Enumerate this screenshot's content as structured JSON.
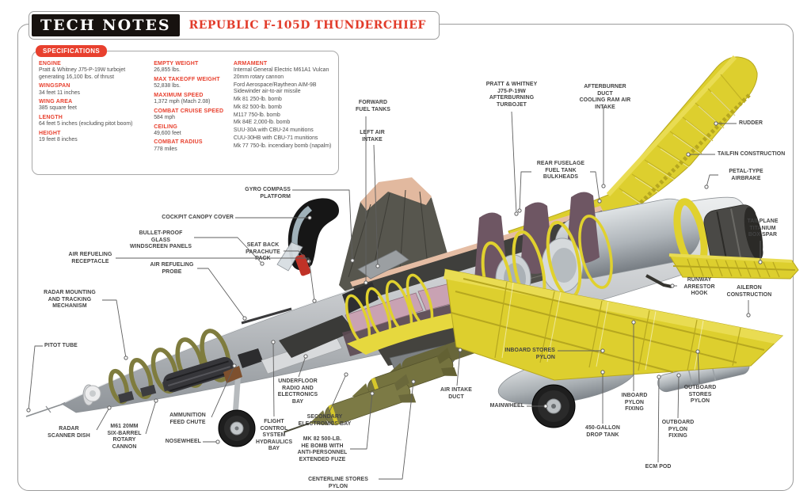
{
  "header": {
    "badge": "TECH NOTES",
    "title": "REPUBLIC F-105D THUNDERCHIEF"
  },
  "specs": {
    "tab": "SPECIFICATIONS",
    "columns": [
      {
        "items": [
          {
            "label": "ENGINE",
            "value": "Pratt & Whitney J75-P-19W turbojet generating 16,100 lbs. of thrust"
          },
          {
            "label": "WINGSPAN",
            "value": "34 feet 11 inches"
          },
          {
            "label": "WING AREA",
            "value": "385 square feet"
          },
          {
            "label": "LENGTH",
            "value": "64 feet 5 inches (excluding pitot boom)"
          },
          {
            "label": "HEIGHT",
            "value": "19 feet 8 inches"
          }
        ]
      },
      {
        "items": [
          {
            "label": "EMPTY WEIGHT",
            "value": "26,855 lbs."
          },
          {
            "label": "MAX TAKEOFF WEIGHT",
            "value": "52,838 lbs."
          },
          {
            "label": "MAXIMUM SPEED",
            "value": "1,372 mph (Mach 2.08)"
          },
          {
            "label": "COMBAT CRUISE SPEED",
            "value": "584 mph"
          },
          {
            "label": "CEILING",
            "value": "49,600 feet"
          },
          {
            "label": "COMBAT RADIUS",
            "value": "778 miles"
          }
        ]
      },
      {
        "items": [
          {
            "label": "ARMAMENT",
            "values": [
              "Internal General Electric M61A1 Vulcan 20mm rotary cannon",
              "Ford Aerospace/Raytheon AIM-9B Sidewinder air-to-air missile",
              "Mk 81 250-lb. bomb",
              "Mk 82 500-lb. bomb",
              "M117 750-lb. bomb",
              "Mk 84E 2,000-lb. bomb",
              "SUU-30A with CBU-24 munitions",
              "CUU-30HB with CBU-71 munitions",
              "Mk 77 750-lb. incendiary bomb (napalm)"
            ]
          }
        ]
      }
    ]
  },
  "colors": {
    "accent_red": "#e8402e",
    "structure_yellow": "#ddcf2e",
    "badge_black": "#17120f"
  },
  "callouts": [
    {
      "id": "forward-fuel-tanks",
      "lines": [
        "FORWARD",
        "FUEL TANKS"
      ]
    },
    {
      "id": "left-air-intake",
      "lines": [
        "LEFT AIR",
        "INTAKE"
      ]
    },
    {
      "id": "pratt-whitney-afterburning-turbojet",
      "lines": [
        "PRATT & WHITNEY",
        "J75-P-19W",
        "AFTERBURNING",
        "TURBOJET"
      ]
    },
    {
      "id": "afterburner-duct-cooling-ram-air-intake",
      "lines": [
        "AFTERBURNER DUCT",
        "COOLING RAM AIR",
        "INTAKE"
      ]
    },
    {
      "id": "rudder",
      "lines": [
        "RUDDER"
      ]
    },
    {
      "id": "tailfin-construction",
      "lines": [
        "TAILFIN CONSTRUCTION"
      ]
    },
    {
      "id": "petal-type-airbrake",
      "lines": [
        "PETAL-TYPE",
        "AIRBRAKE"
      ]
    },
    {
      "id": "tailplane-titanium-box-spar",
      "lines": [
        "TAILPLANE",
        "TITANIUM",
        "BOX SPAR"
      ]
    },
    {
      "id": "runway-arrestor-hook",
      "lines": [
        "RUNWAY",
        "ARRESTOR",
        "HOOK"
      ]
    },
    {
      "id": "aileron-construction",
      "lines": [
        "AILERON",
        "CONSTRUCTION"
      ]
    },
    {
      "id": "rear-fuselage-fuel-tank-bulkheads",
      "lines": [
        "REAR FUSELAGE",
        "FUEL TANK",
        "BULKHEADS"
      ]
    },
    {
      "id": "gyro-compass-platform",
      "lines": [
        "GYRO COMPASS PLATFORM"
      ]
    },
    {
      "id": "cockpit-canopy-cover",
      "lines": [
        "COCKPIT CANOPY COVER"
      ]
    },
    {
      "id": "bullet-proof-glass-windscreen-panels",
      "lines": [
        "BULLET-PROOF GLASS",
        "WINDSCREEN PANELS"
      ]
    },
    {
      "id": "seat-back-parachute-pack",
      "lines": [
        "SEAT BACK",
        "PARACHUTE",
        "PACK"
      ]
    },
    {
      "id": "air-refueling-receptacle",
      "lines": [
        "AIR REFUELING",
        "RECEPTACLE"
      ]
    },
    {
      "id": "air-refueling-probe",
      "lines": [
        "AIR REFUELING",
        "PROBE"
      ]
    },
    {
      "id": "radar-mounting-and-tracking-mechanism",
      "lines": [
        "RADAR MOUNTING",
        "AND TRACKING",
        "MECHANISM"
      ]
    },
    {
      "id": "pitot-tube",
      "lines": [
        "PITOT TUBE"
      ]
    },
    {
      "id": "radar-scanner-dish",
      "lines": [
        "RADAR",
        "SCANNER DISH"
      ]
    },
    {
      "id": "m61-rotary-cannon",
      "lines": [
        "M61 20MM",
        "SIX-BARREL",
        "ROTARY",
        "CANNON"
      ]
    },
    {
      "id": "ammunition-feed-chute",
      "lines": [
        "AMMUNITION",
        "FEED CHUTE"
      ]
    },
    {
      "id": "nosewheel",
      "lines": [
        "NOSEWHEEL"
      ]
    },
    {
      "id": "flight-control-system-hydraulics-bay",
      "lines": [
        "FLIGHT",
        "CONTROL",
        "SYSTEM",
        "HYDRAULICS",
        "BAY"
      ]
    },
    {
      "id": "underfloor-radio-and-electronics-bay",
      "lines": [
        "UNDERFLOOR",
        "RADIO AND",
        "ELECTRONICS",
        "BAY"
      ]
    },
    {
      "id": "secondary-electronics-bay",
      "lines": [
        "SECONDARY",
        "ELECTRONICS BAY"
      ]
    },
    {
      "id": "mk82-bomb-extended-fuze",
      "lines": [
        "MK 82 500-LB.",
        "HE BOMB WITH",
        "ANTI-PERSONNEL",
        "EXTENDED FUZE"
      ]
    },
    {
      "id": "centerline-stores-pylon",
      "lines": [
        "CENTERLINE STORES PYLON"
      ]
    },
    {
      "id": "air-intake-duct",
      "lines": [
        "AIR INTAKE",
        "DUCT"
      ]
    },
    {
      "id": "inboard-stores-pylon",
      "lines": [
        "INBOARD STORES PYLON"
      ]
    },
    {
      "id": "mainwheel",
      "lines": [
        "MAINWHEEL"
      ]
    },
    {
      "id": "drop-tank-450-gallon",
      "lines": [
        "450-GALLON",
        "DROP TANK"
      ]
    },
    {
      "id": "inboard-pylon-fixing",
      "lines": [
        "INBOARD",
        "PYLON",
        "FIXING"
      ]
    },
    {
      "id": "outboard-stores-pylon",
      "lines": [
        "OUTBOARD",
        "STORES",
        "PYLON"
      ]
    },
    {
      "id": "outboard-pylon-fixing",
      "lines": [
        "OUTBOARD",
        "PYLON",
        "FIXING"
      ]
    },
    {
      "id": "ecm-pod",
      "lines": [
        "ECM POD"
      ]
    }
  ]
}
